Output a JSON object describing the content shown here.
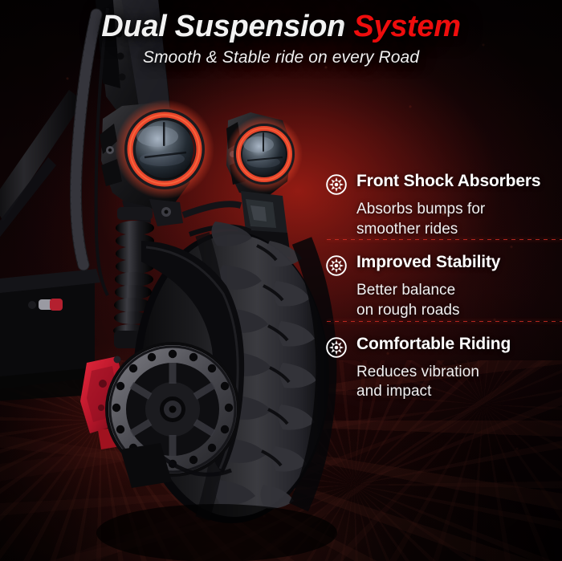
{
  "header": {
    "title_white": "Dual Suspension",
    "title_red": "System",
    "subtitle": "Smooth & Stable ride on every Road"
  },
  "features": [
    {
      "icon": "suspension-burst-icon",
      "title": "Front Shock Absorbers",
      "desc_line1": "Absorbs bumps for",
      "desc_line2": "smoother rides"
    },
    {
      "icon": "suspension-burst-icon",
      "title": "Improved Stability",
      "desc_line1": "Better balance",
      "desc_line2": "on rough roads"
    },
    {
      "icon": "suspension-burst-icon",
      "title": "Comfortable Riding",
      "desc_line1": "Reduces vibration",
      "desc_line2": "and impact"
    }
  ],
  "product_image": {
    "alt": "Electric scooter front wheel with dual suspension and twin LED headlights",
    "parts": [
      "twin-led-headlight-left",
      "twin-led-headlight-right",
      "coil-spring-shock-absorber",
      "front-fork",
      "disc-brake-rotor",
      "red-brake-caliper",
      "knobby-offroad-tire",
      "deck"
    ]
  },
  "colors": {
    "accent_red": "#ef0d0d",
    "headlight_ring": "#e8452a",
    "brake_caliper_red": "#c2182a",
    "background_dark": "#060203",
    "text_white": "#ffffff",
    "separator_red": "#d62e24"
  }
}
